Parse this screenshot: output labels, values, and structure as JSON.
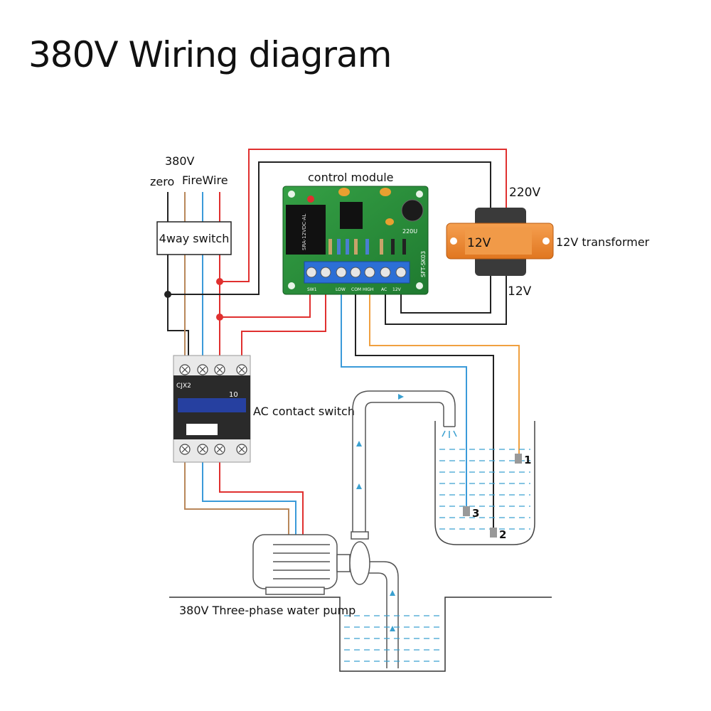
{
  "title": "380V Wiring diagram",
  "labels": {
    "supply_voltage": "380V",
    "zero": "zero",
    "firewire": "FireWire",
    "four_way_switch": "4way switch",
    "control_module": "control module",
    "v220": "220V",
    "v12_top": "12V",
    "v12_bottom": "12V",
    "transformer": "12V transformer",
    "ac_contact_switch": "AC contact switch",
    "contactor_model": "CJX2",
    "contactor_rating": "10",
    "pump": "380V Three-phase water pump",
    "probe_1": "1",
    "probe_2": "2",
    "probe_3": "3"
  },
  "board": {
    "terminals": [
      "SW1",
      "LOW",
      "COM",
      "HIGH",
      "AC",
      "12V"
    ],
    "model": "SFT-SK03",
    "relay": "SRA-12VDC-AL",
    "cap_value": "220U"
  },
  "colors": {
    "red": "#e0302f",
    "blue": "#3a9ad9",
    "brown": "#b8875a",
    "black": "#222222",
    "orange": "#f0a040",
    "pcb": "#2a8a3a",
    "terminal": "#2c6fd6",
    "transformer": "#f08a30",
    "water": "#3aa0d0"
  }
}
